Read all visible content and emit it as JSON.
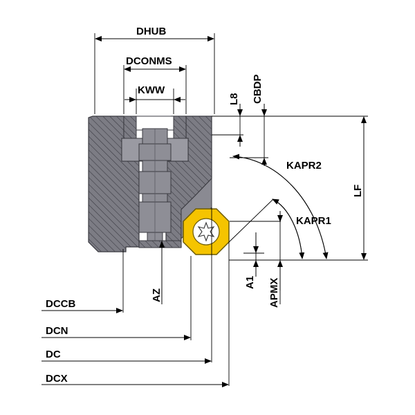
{
  "labels": {
    "dhub": "DHUB",
    "dconms": "DCONMS",
    "kww": "KWW",
    "l8": "L8",
    "cbdp": "CBDP",
    "kapr2": "KAPR2",
    "kapr1": "KAPR1",
    "lf": "LF",
    "az": "AZ",
    "a1": "A1",
    "apmx": "APMX",
    "dccb": "DCCB",
    "dcn": "DCN",
    "dc": "DC",
    "dcx": "DCX"
  },
  "colors": {
    "body": "#7c7c84",
    "body_edge": "#3a3a40",
    "hatch": "#3c3c44",
    "screw": "#8e8e96",
    "insert": "#f5c400",
    "insert_edge": "#6b5a00",
    "line": "#000000"
  }
}
